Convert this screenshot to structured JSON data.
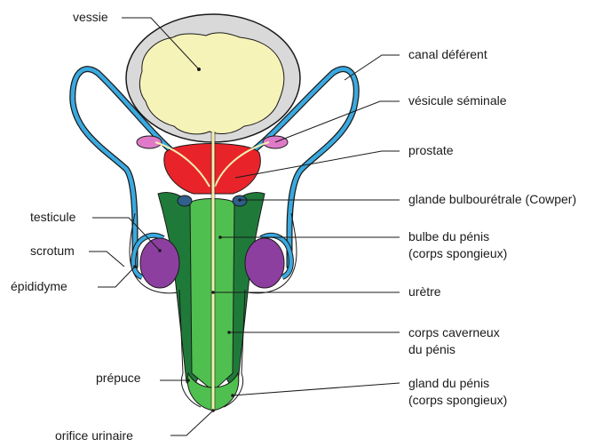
{
  "labels": {
    "vessie": "vessie",
    "canal_deferent": "canal déférent",
    "vesicule_seminale": "vésicule séminale",
    "prostate": "prostate",
    "glande_bulbouretrale": "glande bulbourétrale (Cowper)",
    "testicule": "testicule",
    "scrotum": "scrotum",
    "epididyme": "épididyme",
    "bulbe_line1": "bulbe du pénis",
    "bulbe_line2": "(corps spongieux)",
    "uretre": "urètre",
    "corps_caverneux_line1": "corps caverneux",
    "corps_caverneux_line2": "du pénis",
    "prepuce": "prépuce",
    "gland_line1": "gland du pénis",
    "gland_line2": "(corps spongieux)",
    "orifice_urinaire": "orifice urinaire"
  },
  "colors": {
    "bladder_wall": "#d9d9d9",
    "bladder_fill": "#f5f3b8",
    "vas_deferens": "#3aa9e0",
    "seminal_vesicle": "#e07ac8",
    "prostate": "#e8242a",
    "cowper_gland": "#2f5f8a",
    "corpus_cavernosum": "#1f7a3a",
    "corpus_spongiosum": "#4fbf4f",
    "urethra": "#f3efb0",
    "testis": "#8d3fa0",
    "epididymis": "#3aa9e0"
  }
}
